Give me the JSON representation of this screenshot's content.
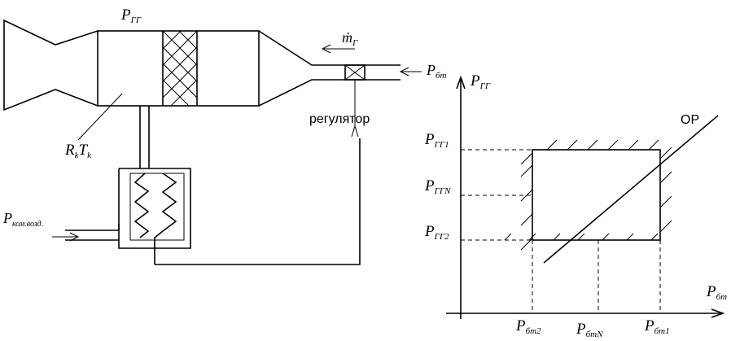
{
  "schematic": {
    "label_pgg": {
      "main": "P",
      "sub": "ГГ"
    },
    "label_mdot": {
      "main": "ṁ",
      "sub": "Г"
    },
    "label_pbt": {
      "main": "P",
      "sub": "бт"
    },
    "label_regulator": "регулятор",
    "label_rt": {
      "r": "R",
      "r_sub": "k",
      "t": "T",
      "t_sub": "k"
    },
    "label_pkom": {
      "main": "P",
      "sub": "ком.возд."
    }
  },
  "graph": {
    "y_axis": {
      "main": "P",
      "sub": "ГГ"
    },
    "x_axis": {
      "main": "P",
      "sub": "бт"
    },
    "op_label": "ОР",
    "y_ticks": [
      {
        "main": "P",
        "sub": "ГГ1"
      },
      {
        "main": "P",
        "sub": "ГГN"
      },
      {
        "main": "P",
        "sub": "ГГ2"
      }
    ],
    "x_ticks": [
      {
        "main": "P",
        "sub": "бт2"
      },
      {
        "main": "P",
        "sub": "бтN"
      },
      {
        "main": "P",
        "sub": "бт1"
      }
    ]
  }
}
